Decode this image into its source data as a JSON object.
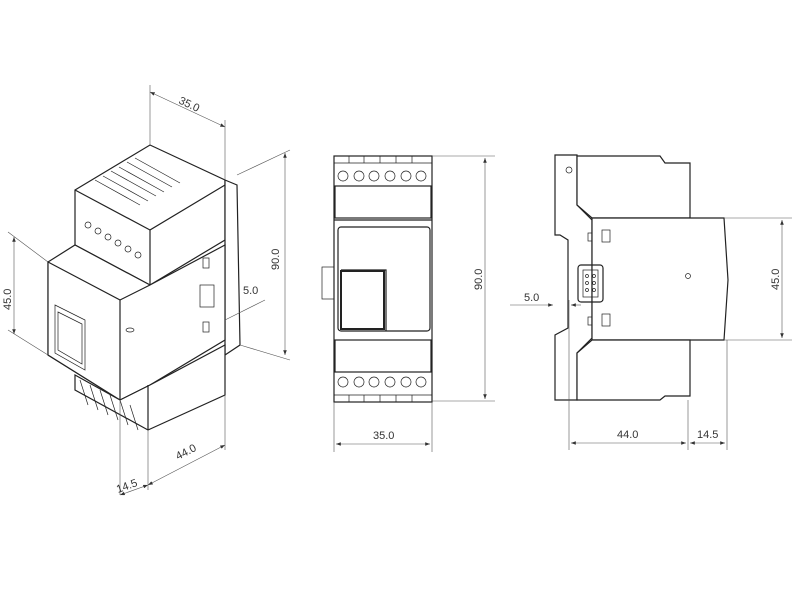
{
  "title": "DIN rail module dimension drawing",
  "iso_view": {
    "width": "35.0",
    "height": "90.0",
    "front_height": "45.0",
    "rail_offset": "5.0",
    "depth": "44.0",
    "front_depth": "14.5"
  },
  "front_view": {
    "height": "90.0",
    "width": "35.0"
  },
  "side_view": {
    "rail_offset": "5.0",
    "front_height": "45.0",
    "depth": "44.0",
    "front_depth": "14.5"
  },
  "colors": {
    "line": "#222222",
    "dimension": "#555555"
  }
}
